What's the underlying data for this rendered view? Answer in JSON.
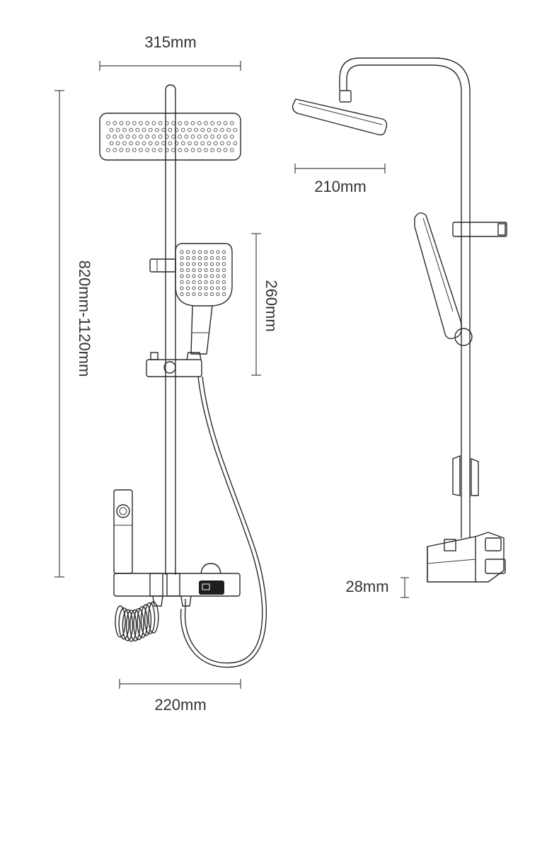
{
  "dimensions": {
    "top_width": "315mm",
    "height_range": "820mm-1120mm",
    "handset_height": "260mm",
    "bottom_width": "220mm",
    "head_depth": "210mm",
    "body_depth": "28mm"
  },
  "colors": {
    "line": "#2a2a2a",
    "text": "#333333",
    "background": "#ffffff",
    "display": "#1e1e1e"
  }
}
